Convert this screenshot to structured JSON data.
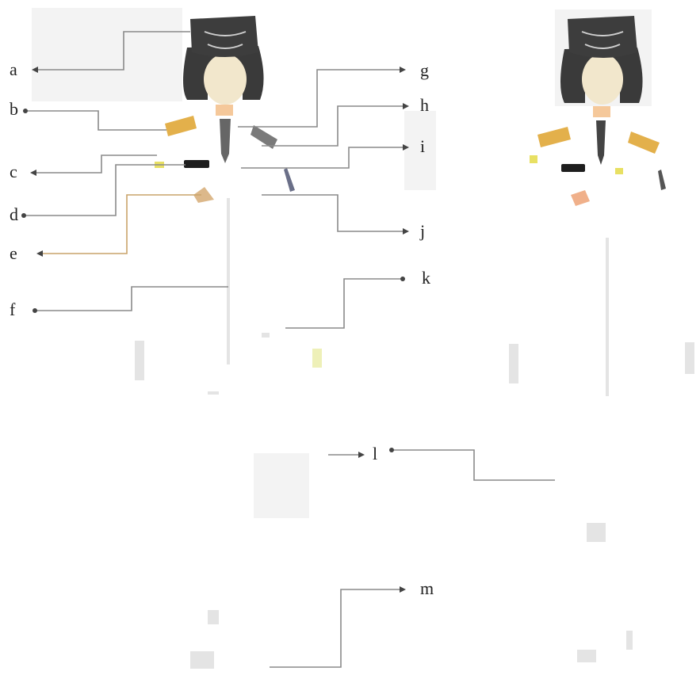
{
  "labels": {
    "a": "a",
    "b": "b",
    "c": "c",
    "d": "d",
    "e": "e",
    "f": "f",
    "g": "g",
    "h": "h",
    "i": "i",
    "j": "j",
    "k": "k",
    "l": "l",
    "m": "m"
  },
  "colors": {
    "cap": "#3d3d3d",
    "hair": "#3a3a3a",
    "face": "#f2e7cc",
    "epaulette": "#e3b04b",
    "tie": "#666666",
    "nameplate": "#1e1e1e",
    "badge": "#e8e063",
    "button": "#dcb88a",
    "skin": "#f5c89a",
    "leader": "#8a8a8a",
    "leader_tan": "#c9a46a"
  }
}
